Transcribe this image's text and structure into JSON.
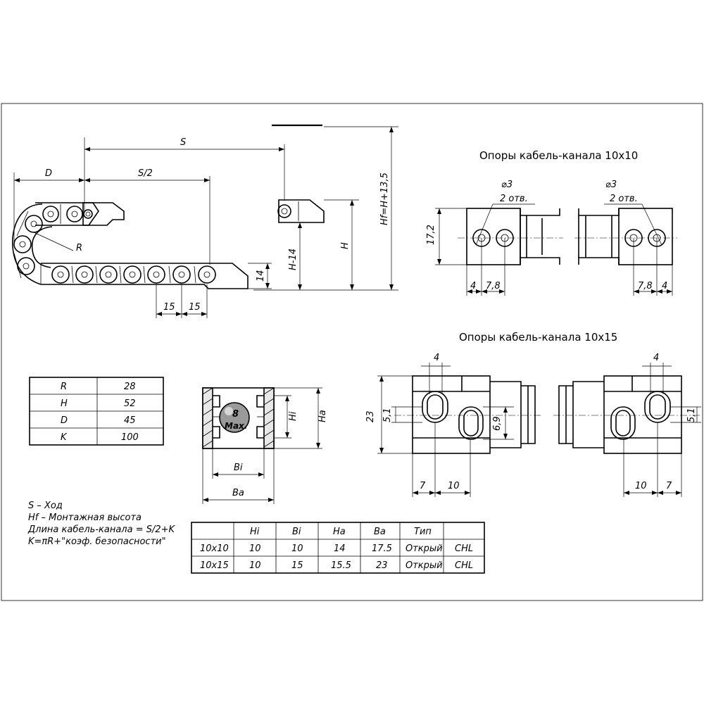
{
  "chain_view": {
    "dims": {
      "S": "S",
      "D": "D",
      "S2": "S/2",
      "R": "R",
      "H14": "H-14",
      "H": "H",
      "Hf": "Hf=H+13,5",
      "t14": "14",
      "p15a": "15",
      "p15b": "15"
    }
  },
  "supports_10x10": {
    "title": "Опоры кабель-канала 10x10",
    "left": {
      "dia": "⌀3",
      "holes": "2 отв.",
      "h": "17,2",
      "d4": "4",
      "d78": "7,8"
    },
    "right": {
      "dia": "⌀3",
      "holes": "2 отв.",
      "d78": "7,8",
      "d4": "4"
    }
  },
  "supports_10x15": {
    "title": "Опоры кабель-канала 10x15",
    "left": {
      "d4": "4",
      "h23": "23",
      "d51": "5,1",
      "d69": "6,9",
      "d7": "7",
      "d10": "10"
    },
    "right": {
      "d4": "4",
      "d51": "5,1",
      "d10": "10",
      "d7": "7"
    }
  },
  "param_table": {
    "rows": [
      {
        "name": "R",
        "value": "28"
      },
      {
        "name": "H",
        "value": "52"
      },
      {
        "name": "D",
        "value": "45"
      },
      {
        "name": "K",
        "value": "100"
      }
    ]
  },
  "section_view": {
    "ball_top": "8",
    "ball_bottom": "Max.",
    "Hi": "Hi",
    "Ha": "Ha",
    "Bi": "Bi",
    "Ba": "Ba"
  },
  "notes": [
    "S – Ход",
    "Hf – Монтажная высота",
    "Длина кабель-канала = S/2+K",
    "K=πR+\"коэф. безопасности\""
  ],
  "spec_table": {
    "headers": [
      "",
      "Hi",
      "Bi",
      "Ha",
      "Ba",
      "Тип",
      ""
    ],
    "rows": [
      [
        "10x10",
        "10",
        "10",
        "14",
        "17.5",
        "Открый",
        "CHL"
      ],
      [
        "10x15",
        "10",
        "15",
        "15.5",
        "23",
        "Открый",
        "CHL"
      ]
    ]
  }
}
